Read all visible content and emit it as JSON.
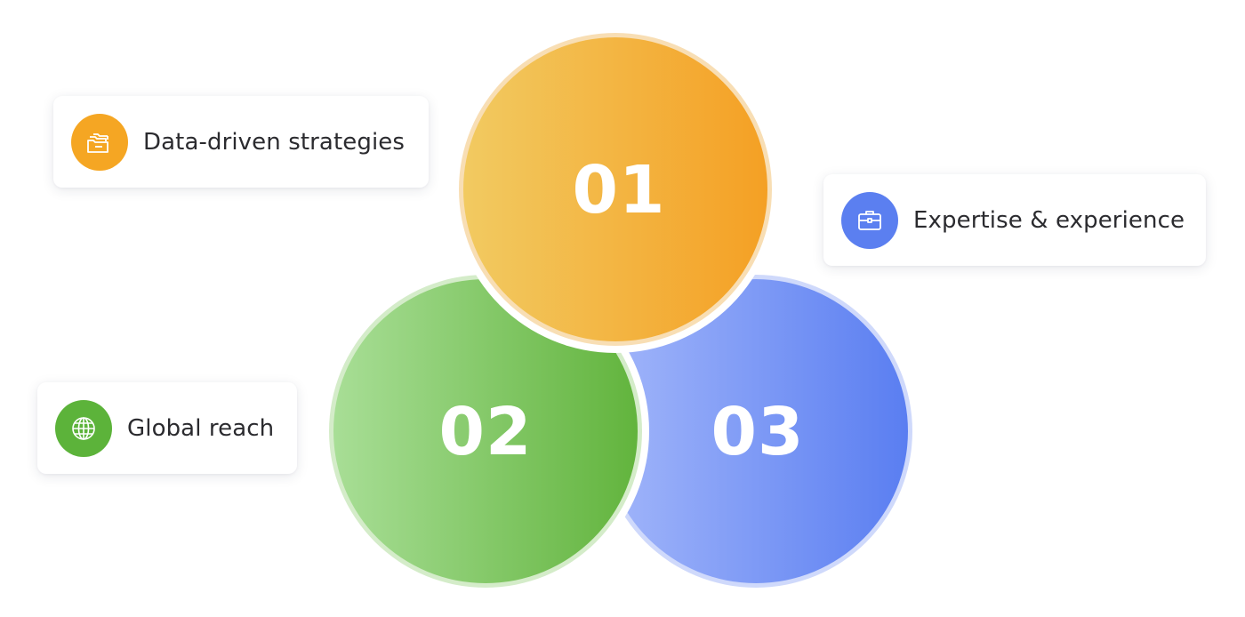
{
  "diagram": {
    "circles": [
      {
        "number": "01",
        "gradient": [
          "#f2ca61",
          "#f4a024"
        ],
        "ring": "#f8deb4"
      },
      {
        "number": "02",
        "gradient": [
          "#a8de96",
          "#62b43d"
        ],
        "ring": "#d4ecc9"
      },
      {
        "number": "03",
        "gradient": [
          "#a2b6fa",
          "#5a7ef1"
        ],
        "ring": "#cfd9fb"
      }
    ]
  },
  "cards": {
    "data_driven": {
      "label": "Data-driven strategies",
      "icon": "folders-icon",
      "color": "#f5a623"
    },
    "expertise": {
      "label": "Expertise & experience",
      "icon": "briefcase-icon",
      "color": "#5b7ff0"
    },
    "global": {
      "label": "Global reach",
      "icon": "globe-icon",
      "color": "#5cb33a"
    }
  }
}
